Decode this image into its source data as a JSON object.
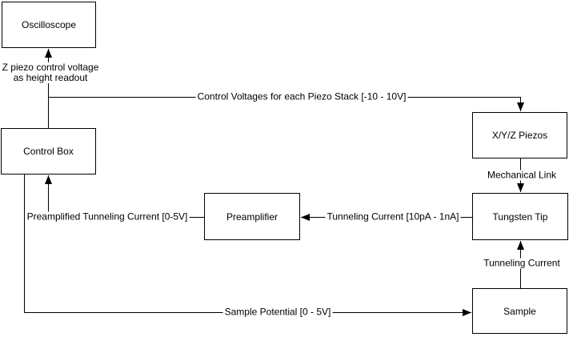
{
  "diagram": {
    "background_color": "#ffffff",
    "stroke_color": "#000000",
    "text_color": "#000000",
    "nodes": {
      "oscilloscope": {
        "label": "Oscilloscope"
      },
      "control_box": {
        "label": "Control Box"
      },
      "preamplifier": {
        "label": "Preamplifier"
      },
      "xyz_piezos": {
        "label": "X/Y/Z Piezos"
      },
      "tungsten_tip": {
        "label": "Tungsten Tip"
      },
      "sample": {
        "label": "Sample"
      }
    },
    "edges": {
      "height_readout": {
        "from": "Control Box",
        "to": "Oscilloscope",
        "label_line1": "Z piezo control voltage",
        "label_line2": "as height readout"
      },
      "control_voltages": {
        "from": "Control Box",
        "to": "X/Y/Z Piezos",
        "label": "Control Voltages for each Piezo Stack [-10 - 10V]"
      },
      "mechanical_link": {
        "from": "X/Y/Z Piezos",
        "to": "Tungsten Tip",
        "label": "Mechanical Link"
      },
      "tunneling_current_tip_to_preamp": {
        "from": "Tungsten Tip",
        "to": "Preamplifier",
        "label": "Tunneling Current [10pA - 1nA]"
      },
      "preamplified_current": {
        "from": "Preamplifier",
        "to": "Control Box",
        "label": "Preamplified Tunneling Current [0-5V]"
      },
      "tunneling_current_sample_to_tip": {
        "from": "Sample",
        "to": "Tungsten Tip",
        "label": "Tunneling Current"
      },
      "sample_potential": {
        "from": "Control Box",
        "to": "Sample",
        "label": "Sample Potential [0 - 5V]"
      }
    }
  }
}
